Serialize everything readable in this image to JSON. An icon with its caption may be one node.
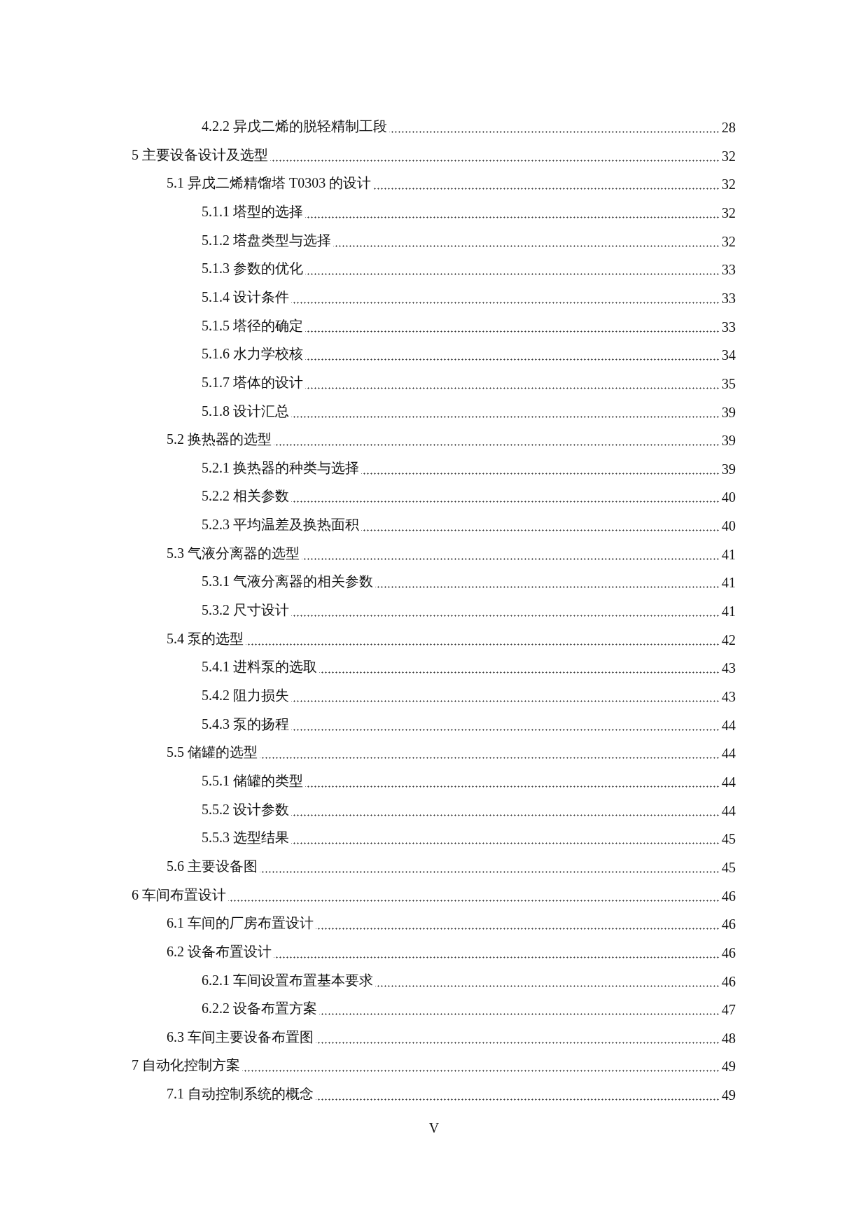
{
  "diagram": {
    "labels": [
      "4.2.2 异戊二烯的脱轻精制工段",
      "28",
      "5 主要设备设计及选型",
      "32",
      "5.1 异戊二烯精馏塔 T0303 的设计",
      "32",
      "5.1.1 塔型的选择",
      "32",
      "5.1.2 塔盘类型与选择",
      "32",
      "5.1.3 参数的优化",
      "33",
      "5.1.4 设计条件",
      "33",
      "5.1.5 塔径的确定",
      "33",
      "5.1.6 水力学校核",
      "34",
      "5.1.7 塔体的设计",
      "35",
      "5.1.8 设计汇总",
      "39",
      "5.2 换热器的选型",
      "39",
      "5.2.1 换热器的种类与选择",
      "39",
      "5.2.2 相关参数",
      "40",
      "5.2.3 平均温差及换热面积",
      "40",
      "5.3 气液分离器的选型",
      "41",
      "5.3.1 气液分离器的相关参数",
      "41",
      "5.3.2 尺寸设计",
      "41",
      "5.4 泵的选型",
      "42",
      "5.4.1 进料泵的选取",
      "43",
      "5.4.2 阻力损失",
      "43",
      "5.4.3 泵的扬程",
      "44",
      "5.5 储罐的选型",
      "44",
      "5.5.1 储罐的类型",
      "44",
      "5.5.2 设计参数",
      "44",
      "5.5.3 选型结果",
      "45",
      "5.6 主要设备图",
      "45",
      "6 车间布置设计",
      "46",
      "6.1 车间的厂房布置设计",
      "46",
      "6.2 设备布置设计",
      "46",
      "6.2.1 车间设置布置基本要求",
      "46",
      "6.2.2 设备布置方案",
      "47",
      "6.3 车间主要设备布置图",
      "48",
      "7 自动化控制方案",
      "49",
      "7.1 自动控制系统的概念",
      "49",
      "V"
    ]
  }
}
